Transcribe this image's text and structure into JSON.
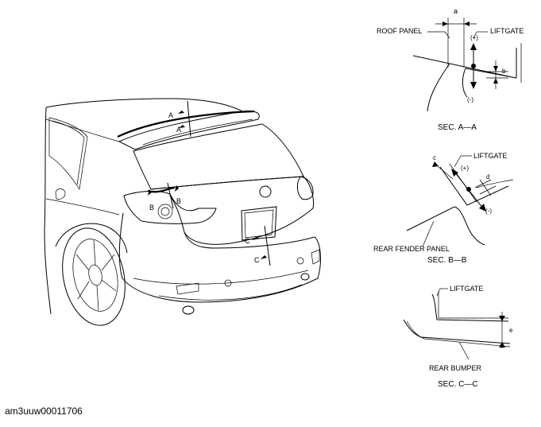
{
  "vehicle": {
    "markers": [
      "A",
      "A",
      "B",
      "B",
      "C",
      "C"
    ]
  },
  "section_a": {
    "title": "SEC. A—A",
    "labels": {
      "roof_panel": "ROOF PANEL",
      "liftgate": "LIFTGATE",
      "a": "a",
      "b": "b",
      "plus": "(+)",
      "minus": "(-)"
    }
  },
  "section_b": {
    "title": "SEC. B—B",
    "labels": {
      "liftgate": "LIFTGATE",
      "rear_fender_panel": "REAR FENDER PANEL",
      "c": "c",
      "d": "d",
      "plus": "(+)",
      "minus": "(-)"
    }
  },
  "section_c": {
    "title": "SEC. C—C",
    "labels": {
      "liftgate": "LIFTGATE",
      "rear_bumper": "REAR BUMPER",
      "e": "e"
    }
  },
  "doc_id": "am3uuw00011706"
}
